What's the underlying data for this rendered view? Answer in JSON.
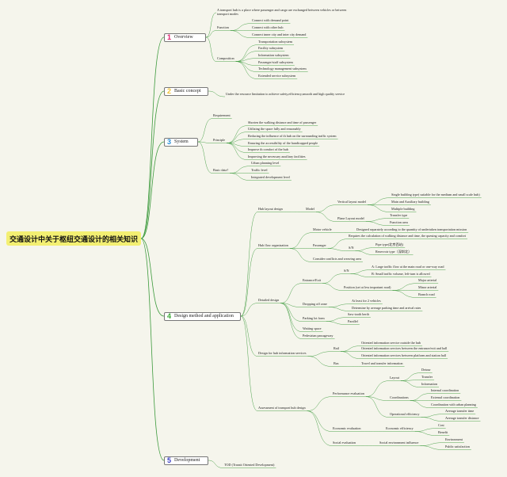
{
  "root": "交通设计中关于枢纽交通设计的相关知识",
  "sections": [
    {
      "num": "1",
      "label": "Overview",
      "color": "#e0226e"
    },
    {
      "num": "2",
      "label": "Basic concept",
      "color": "#f2c231"
    },
    {
      "num": "3",
      "label": "System",
      "color": "#2a8fd6"
    },
    {
      "num": "4",
      "label": "Design method and application",
      "color": "#3aaa35"
    },
    {
      "num": "5",
      "label": "Development",
      "color": "#3b3fc4"
    }
  ],
  "n": [
    "A transport hub is a place where passenger and cargo are exchanged between vehicles or between transport modes",
    "Function",
    "Connect with demand point",
    "Connect with other hub",
    "Connect inner city and inter city demand",
    "Composition",
    "Transportation subsystem",
    "Facility subsystem",
    "Information subsystem",
    "Passenger/staff subsystem",
    "Technology management subsystem",
    "Extended service subsystem",
    "Under the resource limitation to achieve safety,efficiency,smooth and high quality service",
    "Requirement",
    "Principle",
    "Shorten the walking distance and time of passenger",
    "Utilizing the space fully and reasonably",
    "Reducing the influence of th hub on the surrounding traffic system",
    "Ensuring the accessibility of the handicapped people",
    "Improve th comfort of the hub",
    "Improving the necessary auxiliary facilities",
    "Basic data?",
    "Urban planning level",
    "Traffic level",
    "Integrated development level",
    "Hub layout design",
    "Model",
    "Vertical layout model",
    "Single building type( suitable for the medium and small scale hub)",
    "Main and Auxiliary building",
    "Multiple building",
    "Plane Layout model",
    "Transfer type",
    "Function area",
    "Hub flow organization",
    "Motor vehicle",
    "Designed separately according to the quantity of undertaken transportation mission",
    "Passenger",
    "Requires the calculation of walking distance and time, the queuing capacity and comfort",
    "S/N",
    "Pipe type(北京西站)",
    "Reservoir type（深圳北）",
    "Consider conflicts and weaving area",
    "Detailed design",
    "Entrance/Exit",
    "S/N",
    "A: Large traffic flow at the main road or one-way road",
    "B: Small traffic volume, left-turn is allowed",
    "Position (set at less important road)",
    "Major arterial",
    "Minor arterial",
    "Branch road",
    "Dropping off zone",
    "At least for 2 vehicles",
    "Determine by average parking time and arrival rates",
    "Parking lot form",
    "Saw-tooth berth",
    "Parallel",
    "Waiting space",
    "Pedestrian passageway",
    "Design for hub information services",
    "Rail",
    "Oriented information service outside the hub",
    "Oriented information services between the entrance/exit and hall",
    "Oriented information services between platform and station hall",
    "Bus",
    "Travel and transfer information",
    "Assessment of transport hub design",
    "Performance evaluation",
    "Layout",
    "Detour",
    "Transfer",
    "Information",
    "Coordinations",
    "Internal coordination",
    "External coordination",
    "Coordination with urban planning",
    "Operational efficiency",
    "Average transfer time",
    "Average transfer distance",
    "Economic evaluation",
    "Economic efficiency",
    "Cost",
    "Benefit",
    "Social evaluation",
    "Social environment influence",
    "Environment",
    "Public satisfaction",
    "TOD (Transit Oriented Development)"
  ]
}
